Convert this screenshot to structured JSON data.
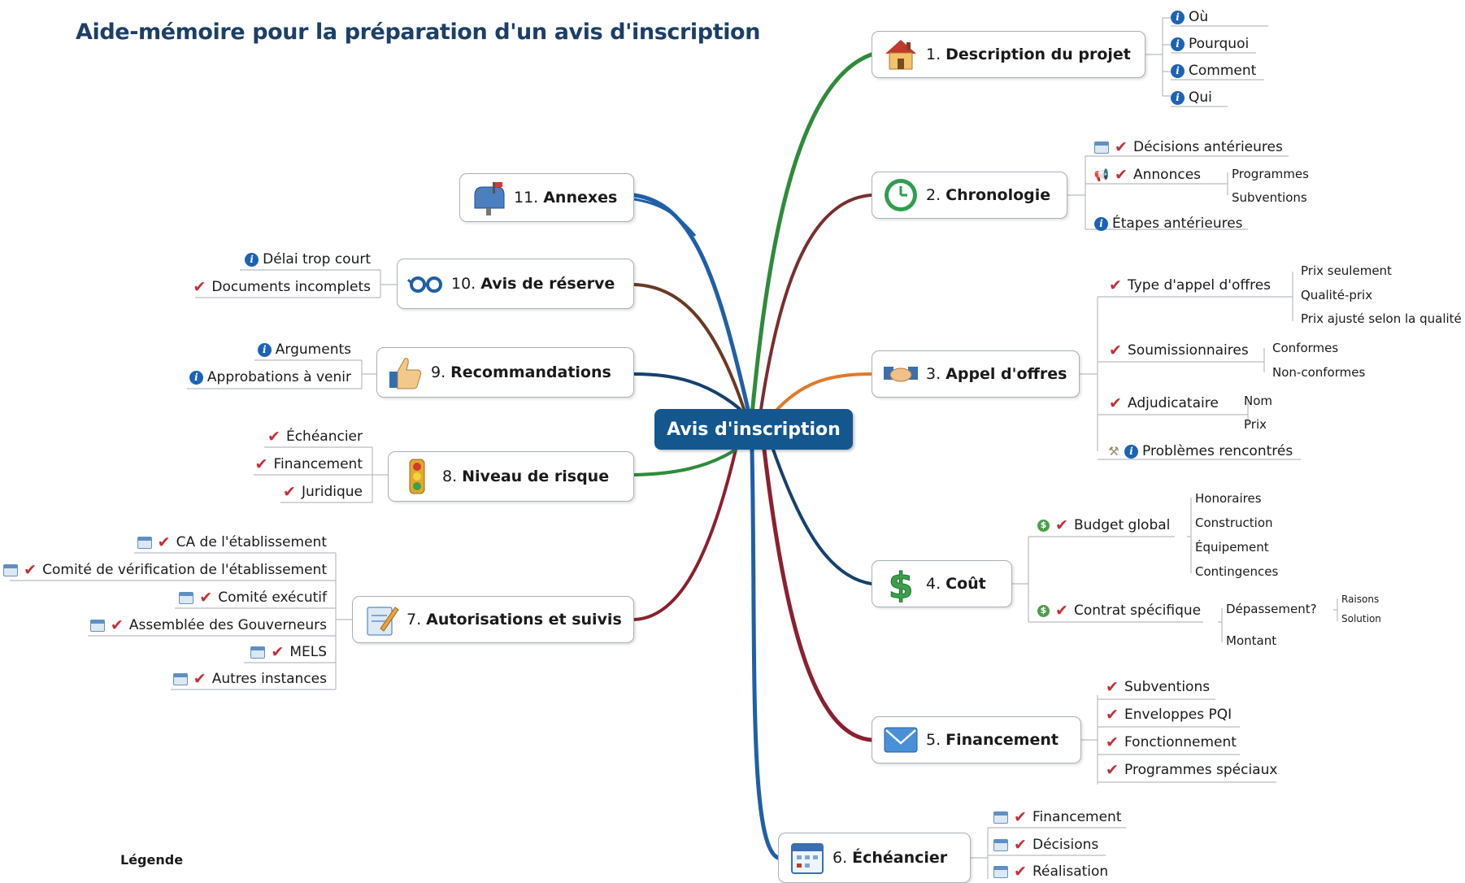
{
  "title": "Aide-mémoire pour la préparation d'un avis d'inscription",
  "center": "Avis d'inscription",
  "legend": "Légende",
  "topics": {
    "t1": {
      "num": "1.",
      "label": "Description du projet",
      "icon": "house-icon"
    },
    "t2": {
      "num": "2.",
      "label": "Chronologie",
      "icon": "clock-icon"
    },
    "t3": {
      "num": "3.",
      "label": "Appel d'offres",
      "icon": "handshake-icon"
    },
    "t4": {
      "num": "4.",
      "label": "Coût",
      "icon": "dollar-icon"
    },
    "t5": {
      "num": "5.",
      "label": "Financement",
      "icon": "envelope-icon"
    },
    "t6": {
      "num": "6.",
      "label": "Échéancier",
      "icon": "calendar-icon"
    },
    "t7": {
      "num": "7.",
      "label": "Autorisations et suivis",
      "icon": "pencil-note-icon"
    },
    "t8": {
      "num": "8.",
      "label": "Niveau de risque",
      "icon": "traffic-light-icon"
    },
    "t9": {
      "num": "9.",
      "label": "Recommandations",
      "icon": "thumbs-up-icon"
    },
    "t10": {
      "num": "10.",
      "label": "Avis de réserve",
      "icon": "glasses-icon"
    },
    "t11": {
      "num": "11.",
      "label": "Annexes",
      "icon": "mailbox-icon"
    }
  },
  "sub": {
    "t1": [
      "Où",
      "Pourquoi",
      "Comment",
      "Qui"
    ],
    "t2": [
      "Décisions antérieures",
      "Annonces",
      "Étapes antérieures"
    ],
    "t2_annonces": [
      "Programmes",
      "Subventions"
    ],
    "t3": [
      "Type d'appel d'offres",
      "Soumissionnaires",
      "Adjudicataire",
      "Problèmes rencontrés"
    ],
    "t3_type": [
      "Prix seulement",
      "Qualité-prix",
      "Prix ajusté selon la qualité"
    ],
    "t3_soum": [
      "Conformes",
      "Non-conformes"
    ],
    "t3_adj": [
      "Nom",
      "Prix"
    ],
    "t4": [
      "Budget global",
      "Contrat spécifique"
    ],
    "t4_budget": [
      "Honoraires",
      "Construction",
      "Équipement",
      "Contingences"
    ],
    "t4_contrat": [
      "Dépassement?",
      "Montant"
    ],
    "t4_dep": [
      "Raisons",
      "Solution"
    ],
    "t5": [
      "Subventions",
      "Enveloppes PQI",
      "Fonctionnement",
      "Programmes spéciaux"
    ],
    "t6": [
      "Financement",
      "Décisions",
      "Réalisation"
    ],
    "t7": [
      "CA de l'établissement",
      "Comité de vérification de l'établissement",
      "Comité exécutif",
      "Assemblée des Gouverneurs",
      "MELS",
      "Autres instances"
    ],
    "t8": [
      "Échéancier",
      "Financement",
      "Juridique"
    ],
    "t9": [
      "Arguments",
      "Approbations à venir"
    ],
    "t10": [
      "Délai trop court",
      "Documents incomplets"
    ]
  },
  "colors": {
    "center": "#14578f",
    "title": "#1d3f66",
    "check": "#c3303a",
    "info": "#1c63b4",
    "branch_green": "#2e8b3a",
    "branch_brown": "#7a2e2e",
    "branch_orange": "#e07a28",
    "branch_navy": "#16406f",
    "branch_darkred": "#8b2030",
    "branch_blue": "#1f5fa8",
    "branch_darkbrown": "#6b3a22",
    "branch_tan": "#8a5a2c"
  }
}
